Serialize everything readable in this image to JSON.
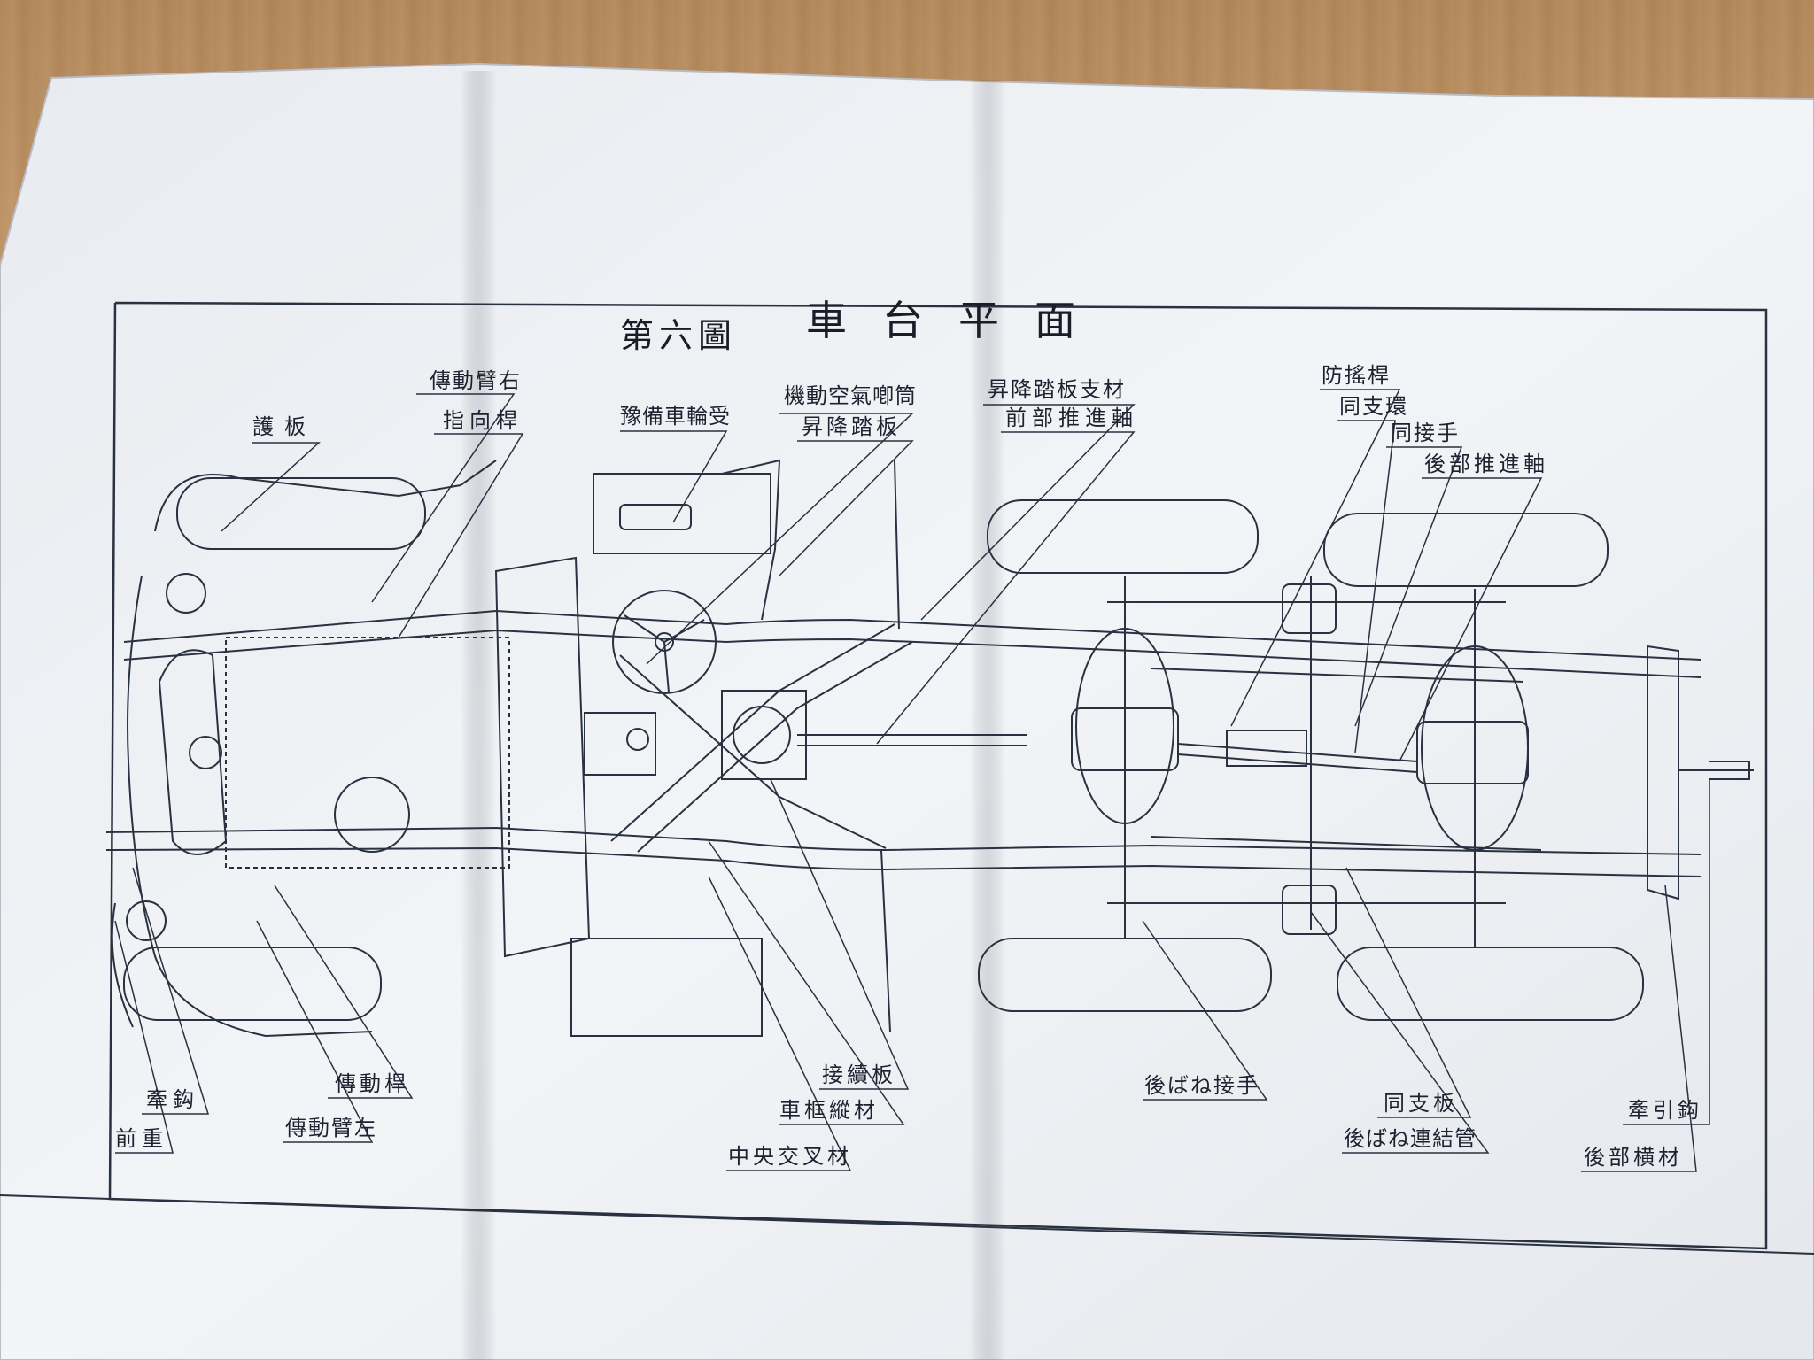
{
  "figure": {
    "number_label": "第六圖",
    "title": "車台平面"
  },
  "labels": {
    "guard_plate": "護板",
    "right_transmission_arm": "傳動臂右",
    "direction_lever": "指向桿",
    "spare_wheel_holder": "豫備車輪受",
    "engine_air_pipe": "機動空氣喞筒",
    "step_plate": "昇降踏板",
    "step_plate_support": "昇降踏板支材",
    "front_propeller_shaft": "前部推進軸",
    "sway_bar": "防搖桿",
    "same_support_ring": "同支環",
    "same_joint": "同接手",
    "rear_propeller_shaft": "後部推進軸",
    "tow_hook_front": "牽鈎",
    "front_bumper": "前重",
    "transmission_rod": "傳動桿",
    "left_transmission_arm": "傳動臂左",
    "connecting_plate": "接續板",
    "frame_side_member": "車框縱材",
    "center_cross_member": "中央交叉材",
    "rear_spring_joint": "後ばね接手",
    "same_support_plate": "同支板",
    "rear_spring_connecting_pipe": "後ばね連結管",
    "tow_hook_rear": "牽引鈎",
    "rear_cross_member": "後部横材"
  },
  "colors": {
    "paper": "#eef0f4",
    "ink": "#2a3140",
    "wood": "#c49a6c"
  }
}
